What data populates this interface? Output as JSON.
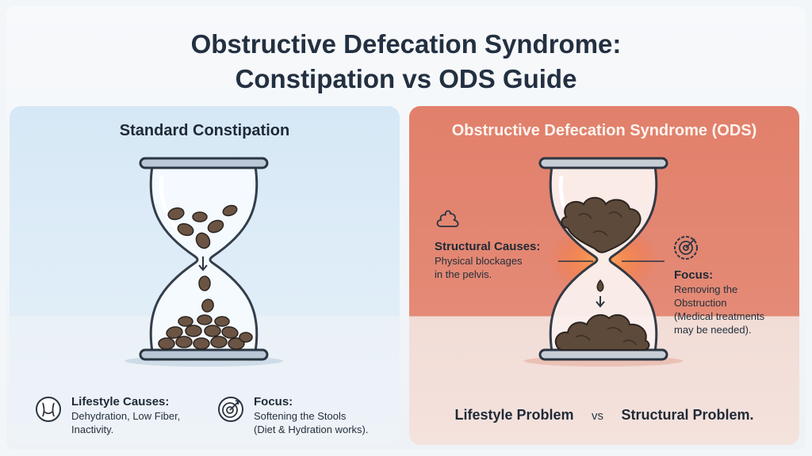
{
  "title": {
    "line1": "Obstructive Defecation Syndrome:",
    "line2": "Constipation vs ODS Guide"
  },
  "left_panel": {
    "title": "Standard Constipation",
    "causes": {
      "icon": "abdomen-icon",
      "heading": "Lifestyle Causes:",
      "line1": "Dehydration, Low Fiber,",
      "line2": "Inactivity."
    },
    "focus": {
      "icon": "target-icon",
      "heading": "Focus:",
      "line1": "Softening the Stools",
      "line2": "(Diet & Hydration works)."
    }
  },
  "right_panel": {
    "title": "Obstructive Defecation Syndrome (ODS)",
    "causes": {
      "icon": "stool-icon",
      "heading": "Structural Causes:",
      "line1": "Physical blockages",
      "line2": "in the pelvis."
    },
    "focus": {
      "icon": "gear-target-icon",
      "heading": "Focus:",
      "line1": "Removing the",
      "line2": "Obstruction",
      "line3": "(Medical treatments",
      "line4": "may be needed)."
    },
    "comparison": {
      "left": "Lifestyle Problem",
      "vs": "vs",
      "right": "Structural Problem."
    }
  },
  "colors": {
    "left_bg": "#d6e8f6",
    "right_bg": "#e1806b",
    "stool": "#5a4636",
    "glow": "#ff8a3d"
  }
}
